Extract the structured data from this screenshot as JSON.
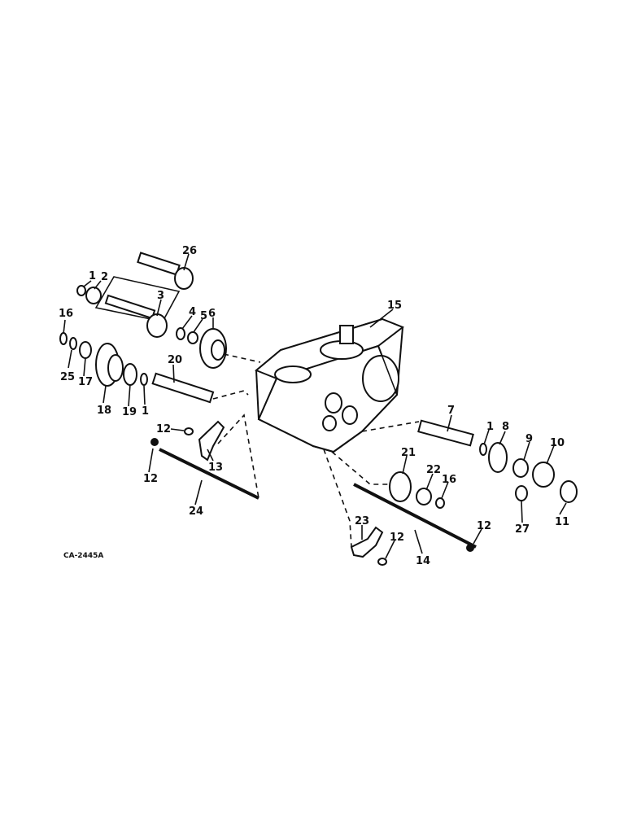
{
  "drawing_code": "CA-2445A",
  "callouts": [
    "1",
    "2",
    "3",
    "4",
    "5",
    "6",
    "7",
    "8",
    "9",
    "10",
    "11",
    "12",
    "13",
    "14",
    "15",
    "16",
    "17",
    "18",
    "19",
    "20",
    "21",
    "22",
    "23",
    "24",
    "25",
    "26",
    "27"
  ],
  "callout_list": [
    {
      "key": "26",
      "label": "26"
    },
    {
      "key": "1a",
      "label": "1"
    },
    {
      "key": "2",
      "label": "2"
    },
    {
      "key": "3",
      "label": "3"
    },
    {
      "key": "4",
      "label": "4"
    },
    {
      "key": "5",
      "label": "5"
    },
    {
      "key": "6",
      "label": "6"
    },
    {
      "key": "15",
      "label": "15"
    },
    {
      "key": "16a",
      "label": "16"
    },
    {
      "key": "25",
      "label": "25"
    },
    {
      "key": "17",
      "label": "17"
    },
    {
      "key": "18",
      "label": "18"
    },
    {
      "key": "19",
      "label": "19"
    },
    {
      "key": "1b",
      "label": "1"
    },
    {
      "key": "20",
      "label": "20"
    },
    {
      "key": "12a",
      "label": "12"
    },
    {
      "key": "12b",
      "label": "12"
    },
    {
      "key": "13",
      "label": "13"
    },
    {
      "key": "24",
      "label": "24"
    },
    {
      "key": "7",
      "label": "7"
    },
    {
      "key": "1c",
      "label": "1"
    },
    {
      "key": "8",
      "label": "8"
    },
    {
      "key": "9",
      "label": "9"
    },
    {
      "key": "10",
      "label": "10"
    },
    {
      "key": "21",
      "label": "21"
    },
    {
      "key": "22",
      "label": "22"
    },
    {
      "key": "16b",
      "label": "16"
    },
    {
      "key": "27",
      "label": "27"
    },
    {
      "key": "11",
      "label": "11"
    },
    {
      "key": "23",
      "label": "23"
    },
    {
      "key": "12c",
      "label": "12"
    },
    {
      "key": "12d",
      "label": "12"
    },
    {
      "key": "14",
      "label": "14"
    }
  ]
}
